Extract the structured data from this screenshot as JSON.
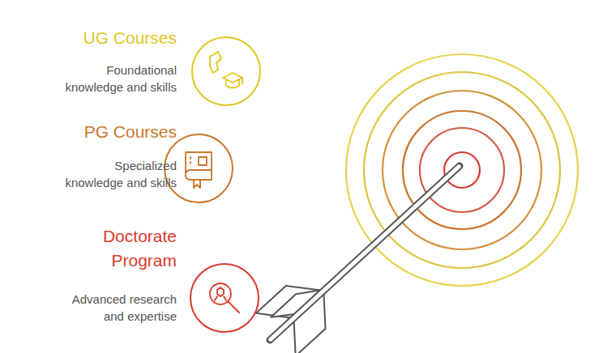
{
  "diagram": {
    "nodes": [
      {
        "text": [
          "UG Courses",
          "Foundational knowledge and skills"
        ]
      },
      {
        "text": [
          "PG Courses",
          "Specialized knowledge and skills"
        ]
      },
      {
        "text": [
          "Doctorate Program",
          "Advanced research and expertise"
        ]
      }
    ]
  }
}
